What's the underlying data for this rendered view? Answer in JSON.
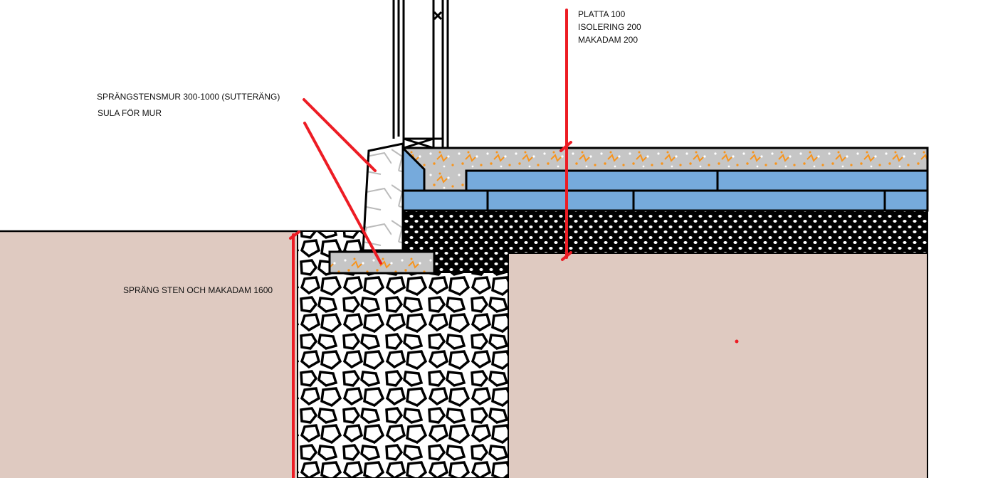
{
  "labels": {
    "wall": "SPRÄNGSTENSMUR 300-1000 (SUTTERÄNG)",
    "footing": "SULA FÖR MUR",
    "fill": "SPRÄNG STEN OCH MAKADAM 1600",
    "slab_layers": [
      "PLATTA 100",
      "ISOLERING 200",
      "MAKADAM 200"
    ]
  },
  "colors": {
    "soil": "#dfcac1",
    "insulation": "#76aadc",
    "concrete": "#c6c6c6",
    "aggregate": "#f7941d",
    "annotation": "#ed1c24"
  }
}
